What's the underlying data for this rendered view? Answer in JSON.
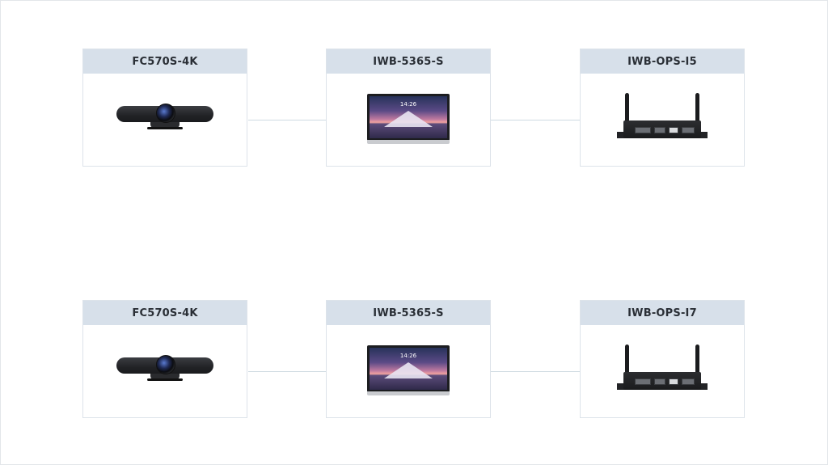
{
  "rows": [
    {
      "nodes": [
        {
          "label": "FC570S-4K",
          "icon": "camera-icon"
        },
        {
          "label": "IWB-5365-S",
          "icon": "interactive-display-icon"
        },
        {
          "label": "IWB-OPS-I5",
          "icon": "ops-pc-icon"
        }
      ]
    },
    {
      "nodes": [
        {
          "label": "FC570S-4K",
          "icon": "camera-icon"
        },
        {
          "label": "IWB-5365-S",
          "icon": "interactive-display-icon"
        },
        {
          "label": "IWB-OPS-I7",
          "icon": "ops-pc-icon"
        }
      ]
    }
  ],
  "display_clock": "14:26"
}
